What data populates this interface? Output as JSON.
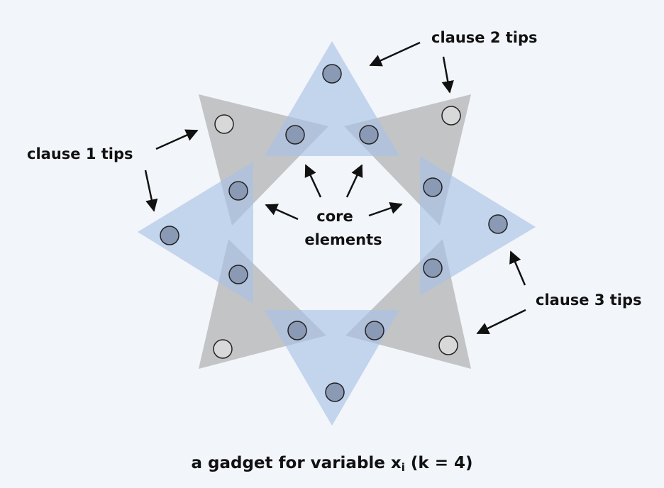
{
  "labels": {
    "clause1": "clause 1 tips",
    "clause2": "clause 2 tips",
    "clause3": "clause 3 tips",
    "core_line1": "core",
    "core_line2": "elements"
  },
  "caption": {
    "prefix": "a gadget for variable x",
    "subscript": "i",
    "suffix": " (k = 4)"
  },
  "colors": {
    "background": "#f2f5f9",
    "blue_triangle": "#a9c1e6",
    "gray_triangle": "#a4a4a4",
    "arrow": "#111111",
    "circle_stroke": "#222222",
    "circle_fill_in_blue": "#8a9ab5",
    "circle_fill_in_gray": "#d8d8d8"
  }
}
